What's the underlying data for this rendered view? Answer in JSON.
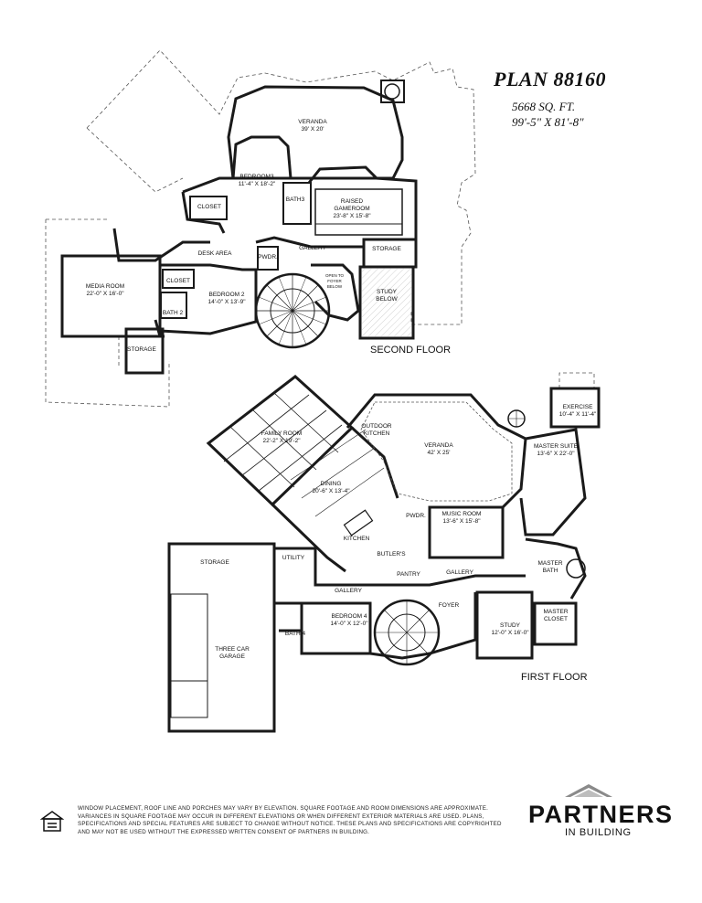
{
  "header": {
    "plan_title": "PLAN 88160",
    "sqft": "5668 SQ. FT.",
    "dimensions": "99'-5\" X 81'-8\""
  },
  "floors": {
    "second": "SECOND FLOOR",
    "first": "FIRST FLOOR"
  },
  "rooms_second": {
    "veranda": "VERANDA",
    "veranda_size": "39' X 20'",
    "bedroom3": "BEDROOM3",
    "bedroom3_size": "11'-4\" X 18'-2\"",
    "bath3": "BATH3",
    "closet": "CLOSET",
    "raised": "RAISED",
    "gameroom": "GAMEROOM",
    "gameroom_size": "23'-8\" X 15'-8\"",
    "desk_area": "DESK AREA",
    "pwdr": "PWDR.",
    "gallery": "GALLERY",
    "storage_right": "STORAGE",
    "media_room": "MEDIA ROOM",
    "media_size": "22'-0\" X 16'-0\"",
    "closet2": "CLOSET",
    "bedroom2": "BEDROOM 2",
    "bedroom2_size": "14'-0\" X 13'-9\"",
    "open_to": "OPEN TO",
    "foyer": "FOYER",
    "below": "BELOW",
    "study": "STUDY",
    "study_below": "BELOW",
    "bath2": "BATH 2",
    "storage_left": "STORAGE"
  },
  "rooms_first": {
    "family_room": "FAMILY ROOM",
    "family_size": "22'-2\" X 19'-2\"",
    "outdoor": "OUTDOOR",
    "kitchen_outdoor": "KITCHEN",
    "veranda": "VERANDA",
    "veranda_size": "42' X 25'",
    "exercise": "EXERCISE",
    "exercise_size": "10'-4\" X 11'-4\"",
    "master_suite": "MASTER SUITE",
    "master_suite_size": "13'-6\" X 22'-0\"",
    "dining": "DINING",
    "dining_size": "20'-6\" X 13'-4\"",
    "pwdr": "PWDR.",
    "music_room": "MUSIC ROOM",
    "music_size": "13'-6\" X 15'-8\"",
    "kitchen": "KITCHEN",
    "butlers": "BUTLER'S",
    "pantry": "PANTRY",
    "gallery": "GALLERY",
    "master_bath_1": "MASTER",
    "master_bath_2": "BATH",
    "storage": "STORAGE",
    "utility": "UTILITY",
    "gallery2": "GALLERY",
    "foyer": "FOYER",
    "master_closet_1": "MASTER",
    "master_closet_2": "CLOSET",
    "bedroom4": "BEDROOM 4",
    "bedroom4_size": "14'-0\" X 12'-0\"",
    "study": "STUDY",
    "study_size": "12'-0\" X 16'-0\"",
    "bath4": "BATH 4",
    "garage_1": "THREE CAR",
    "garage_2": "GARAGE"
  },
  "disclaimer": "WINDOW PLACEMENT, ROOF LINE AND PORCHES MAY VARY BY ELEVATION. SQUARE FOOTAGE AND ROOM DIMENSIONS ARE APPROXIMATE. VARIANCES IN SQUARE FOOTAGE MAY OCCUR IN DIFFERENT ELEVATIONS OR WHEN DIFFERENT EXTERIOR MATERIALS ARE USED. PLANS, SPECIFICATIONS AND SPECIAL FEATURES ARE SUBJECT TO CHANGE WITHOUT NOTICE. THESE PLANS AND SPECIFICATIONS ARE COPYRIGHTED AND MAY NOT BE USED WITHOUT THE EXPRESSED WRITTEN CONSENT OF PARTNERS IN BUILDING.",
  "brand": {
    "name": "PARTNERS",
    "sub": "IN BUILDING",
    "logo_icon": "roof-chevron-icon",
    "eho_icon": "equal-housing-icon"
  },
  "colors": {
    "wall": "#1a1a1a",
    "dash": "#555555",
    "background": "#ffffff"
  }
}
